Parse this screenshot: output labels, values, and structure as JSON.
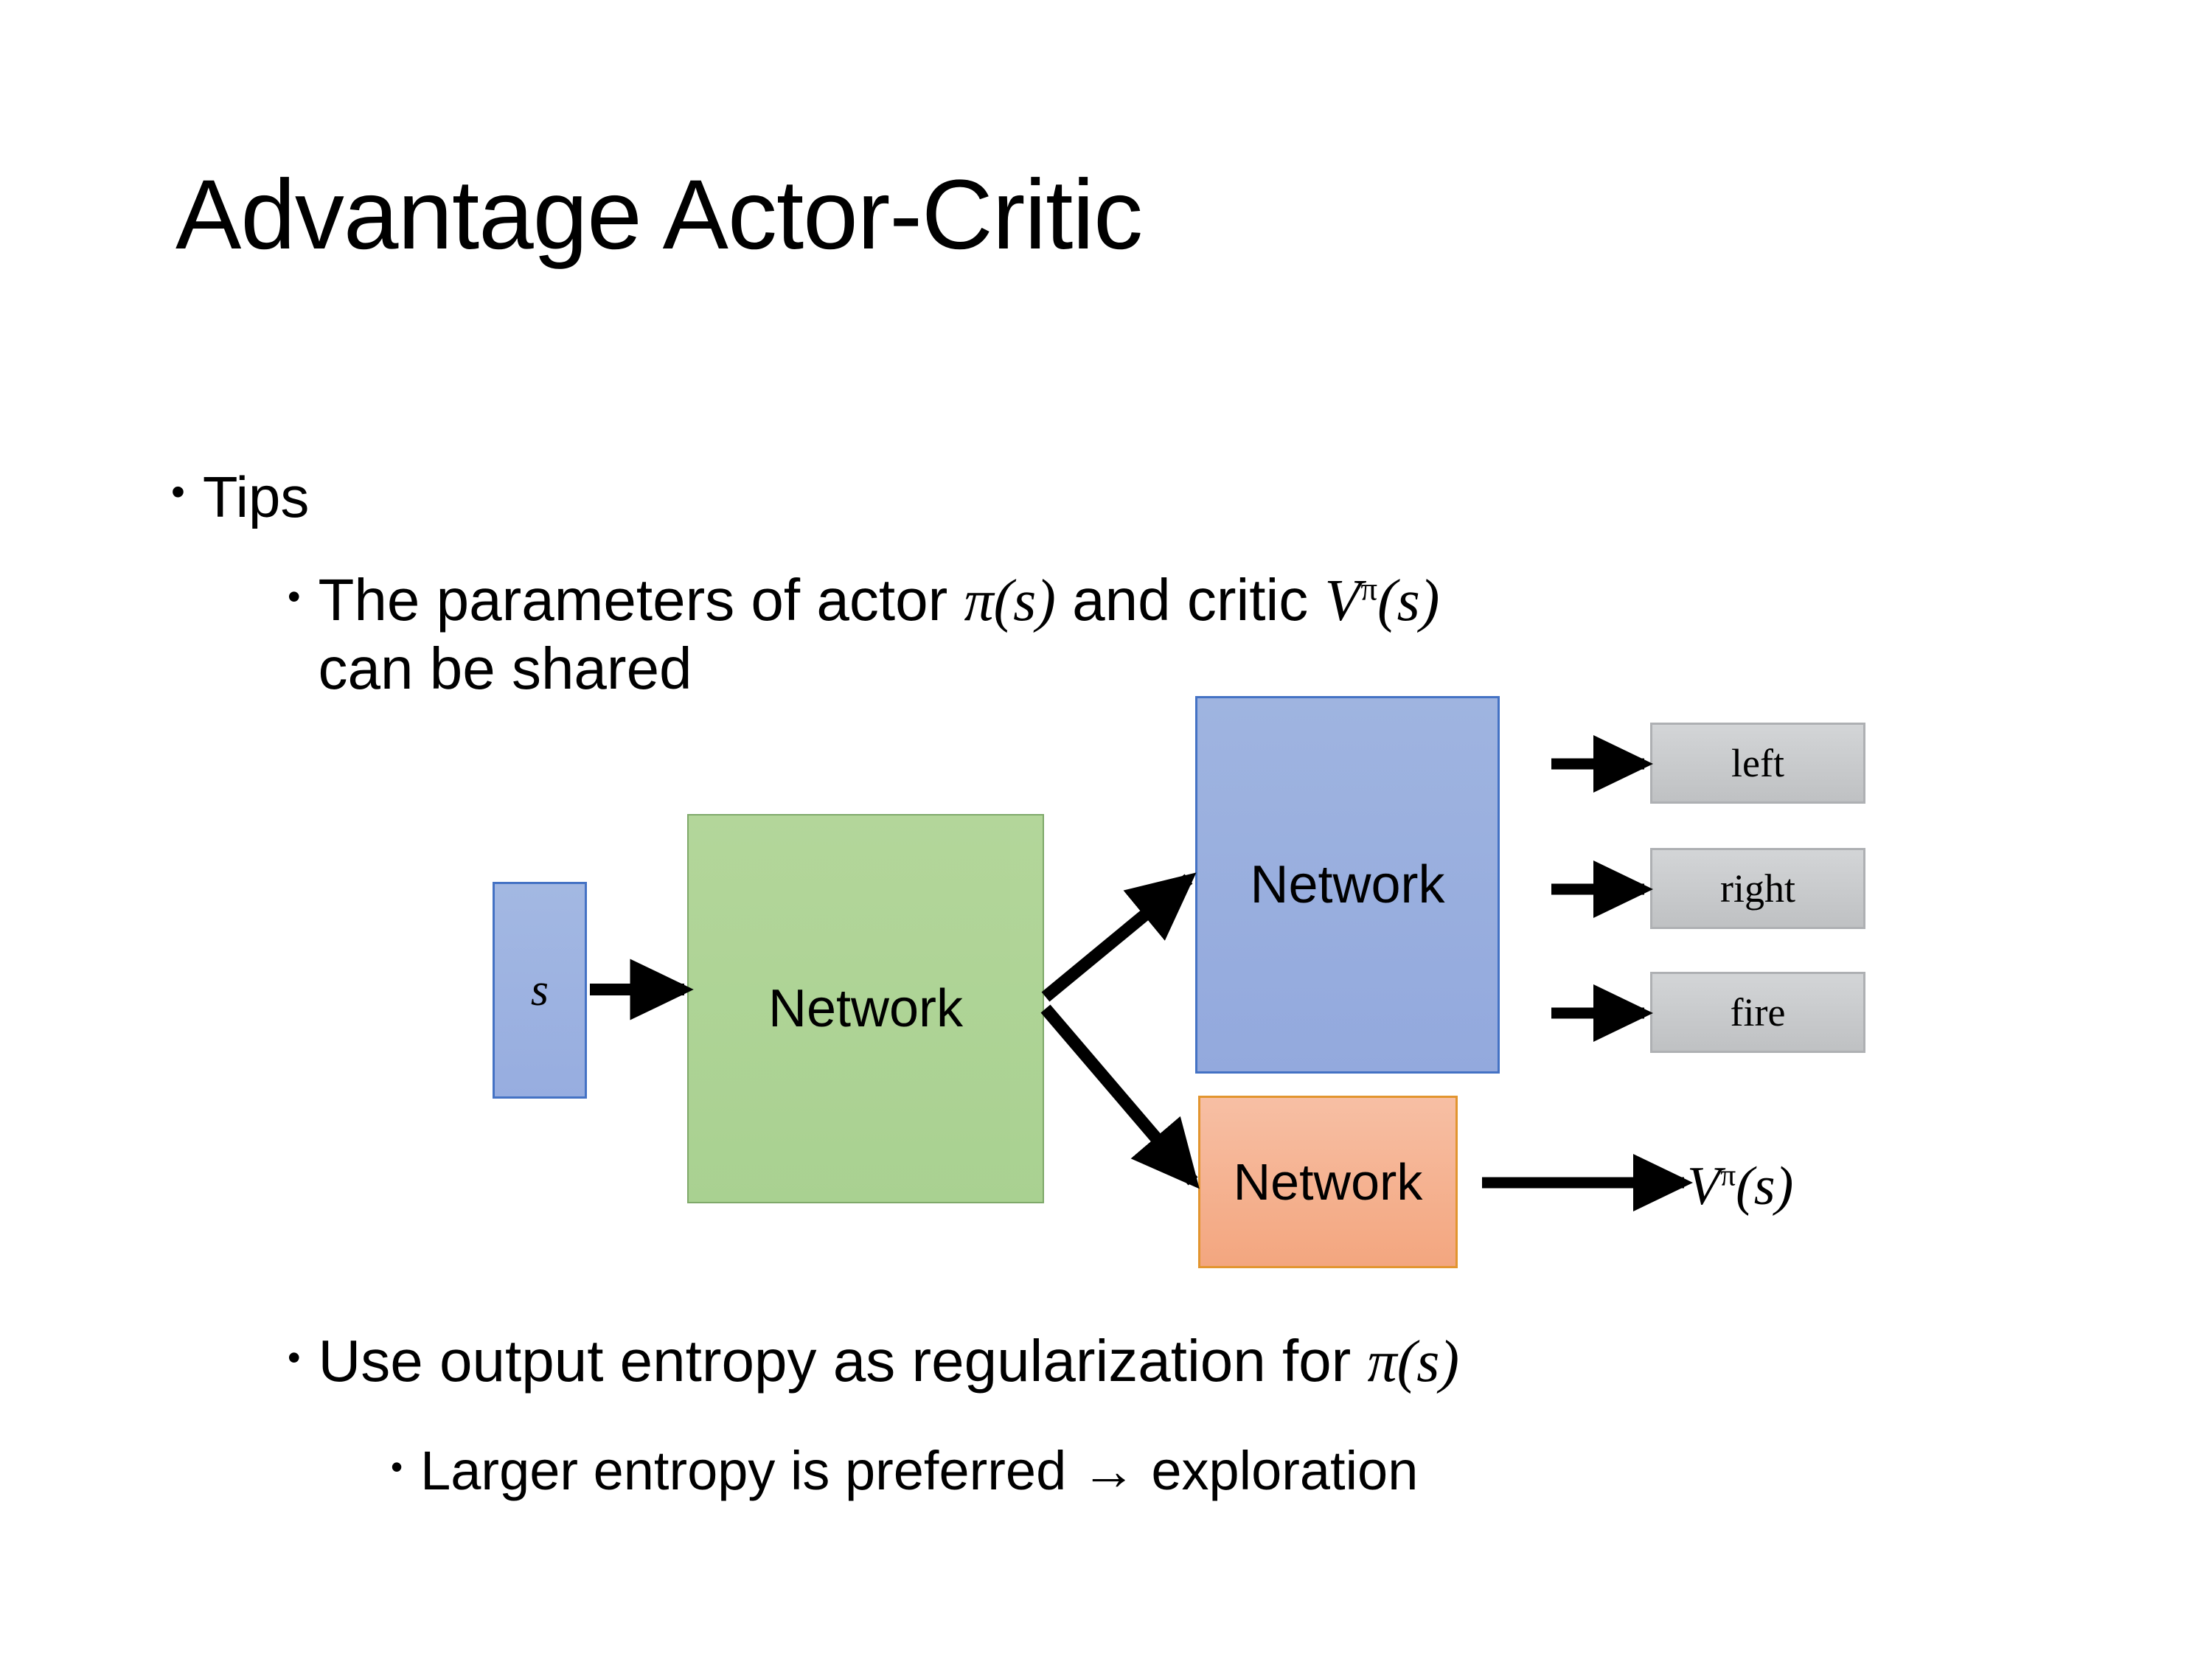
{
  "slide": {
    "title": "Advantage Actor-Critic",
    "bullets": {
      "tips": {
        "marker": "•",
        "text": "Tips"
      },
      "params": {
        "marker": "•",
        "text_before_math1": "The parameters of actor ",
        "math1_pi": "π",
        "math1_arg": "(s)",
        "text_mid": "  and critic ",
        "math2_V": "V",
        "math2_sup": "π",
        "math2_arg": "(s)",
        "line2": "can be shared"
      },
      "entropy": {
        "marker": "•",
        "text_before_math": "Use output entropy as regularization for ",
        "math_pi": "π",
        "math_arg": "(s)"
      },
      "larger": {
        "marker": "•",
        "text": "Larger entropy is preferred → exploration"
      }
    }
  },
  "diagram": {
    "input_box": {
      "label": "s",
      "fill": "#9fb4e0",
      "border": "#4472c4"
    },
    "shared_network": {
      "label": "Network",
      "fill": "#aed491",
      "border": "#7fa96a"
    },
    "actor_network": {
      "label": "Network",
      "fill": "#9fb4e0",
      "border": "#4472c4"
    },
    "critic_network": {
      "label": "Network",
      "fill": "#f3a77f",
      "border": "#e2952f"
    },
    "actions": [
      {
        "label": "left",
        "fill": "#c9cbcd",
        "border": "#aeb0b3"
      },
      {
        "label": "right",
        "fill": "#c9cbcd",
        "border": "#aeb0b3"
      },
      {
        "label": "fire",
        "fill": "#c9cbcd",
        "border": "#aeb0b3"
      }
    ],
    "critic_output": {
      "V": "V",
      "sup": "π",
      "arg": "(s)"
    }
  }
}
